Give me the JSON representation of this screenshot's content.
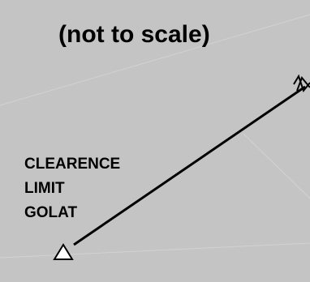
{
  "diagram": {
    "scale_note": "(not to scale)",
    "fix_label_lines": [
      "CLEARENCE",
      "LIMIT",
      "GOLAT"
    ],
    "fix_symbol": "triangle-icon",
    "course_line": "line-to-arrow",
    "arrow_symbol": "double-arrowhead-icon"
  },
  "colors": {
    "background": "#c4c4c4",
    "faint_grid": "#d2d2d2",
    "ink": "#000000",
    "fix_fill": "#ffffff"
  }
}
